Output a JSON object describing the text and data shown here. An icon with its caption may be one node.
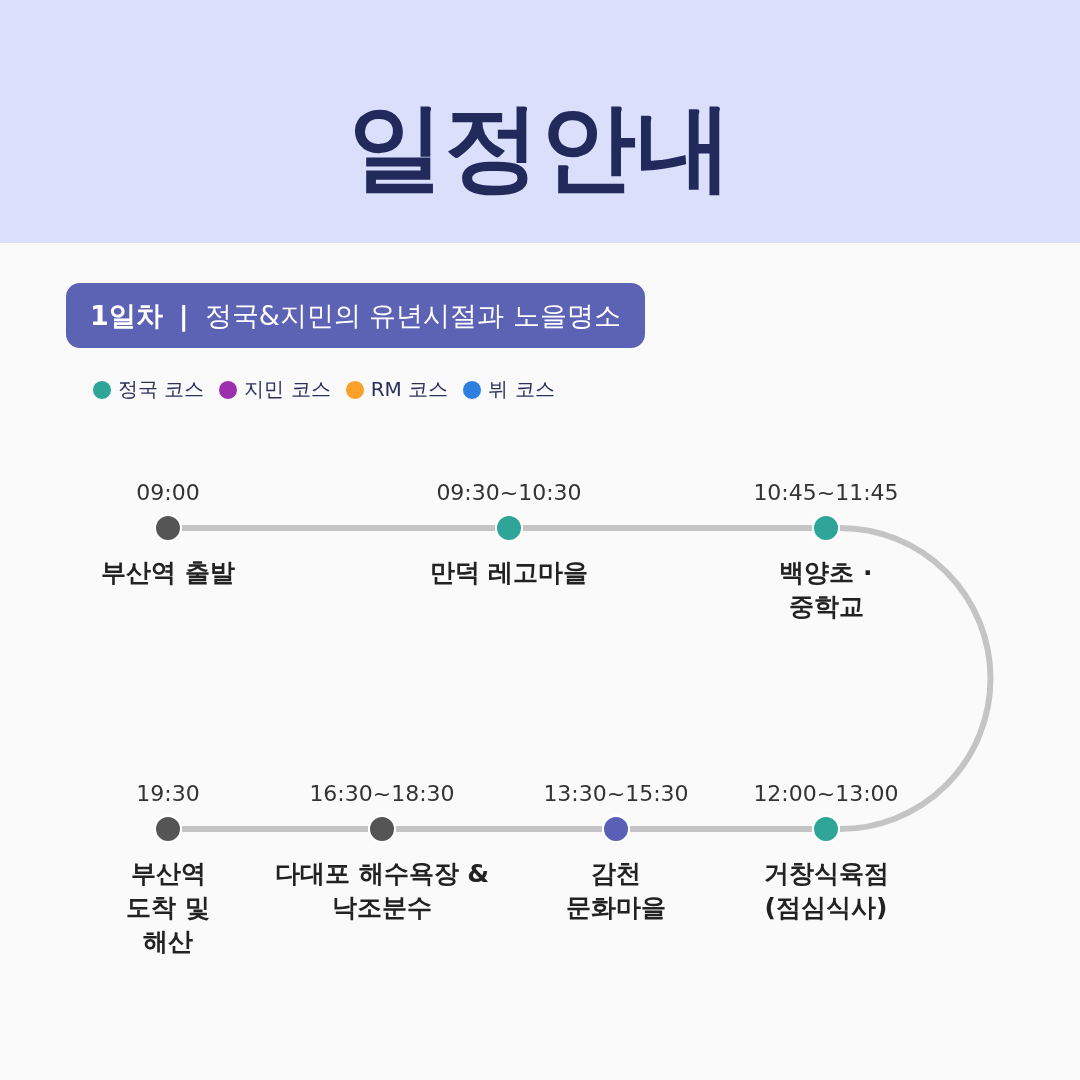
{
  "diagram": {
    "title": "일정안내",
    "nodes": [
      {
        "text": [
          "1일차",
          "|",
          "정국&지민의 유년시절과 노을명소"
        ]
      },
      {
        "text": [
          "부산역 출발"
        ],
        "beside": [
          "09:00"
        ]
      },
      {
        "text": [
          "만덕 레고마을"
        ],
        "beside": [
          "09:30~10:30"
        ]
      },
      {
        "text": [
          "백양초 · 중학교"
        ],
        "beside": [
          "10:45~11:45"
        ]
      },
      {
        "text": [
          "부산역 도착 및 해산"
        ],
        "beside": [
          "19:30"
        ]
      },
      {
        "text": [
          "다대포 해수욕장 & 낙조분수"
        ],
        "beside": [
          "16:30~18:30"
        ]
      },
      {
        "text": [
          "감천 문화마을"
        ],
        "beside": [
          "13:30~15:30"
        ]
      },
      {
        "text": [
          "거창식육점 (점심식사)"
        ],
        "beside": [
          "12:00~13:00"
        ]
      }
    ],
    "edges": [
      {
        "from": 1,
        "to": 2,
        "arrow": "none"
      },
      {
        "from": 2,
        "to": 3,
        "arrow": "none"
      },
      {
        "from": 3,
        "to": 7,
        "arrow": "none"
      },
      {
        "from": 7,
        "to": 6,
        "arrow": "none"
      },
      {
        "from": 6,
        "to": 5,
        "arrow": "none"
      },
      {
        "from": 5,
        "to": 4,
        "arrow": "none"
      }
    ],
    "legend": [
      {
        "text": "정국 코스",
        "color": "#2fa597"
      },
      {
        "text": "지민 코스",
        "color": "#9c2fae"
      },
      {
        "text": "RM 코스",
        "color": "#f9a12a"
      },
      {
        "text": "뷔 코스",
        "color": "#2f7fe0"
      }
    ]
  }
}
